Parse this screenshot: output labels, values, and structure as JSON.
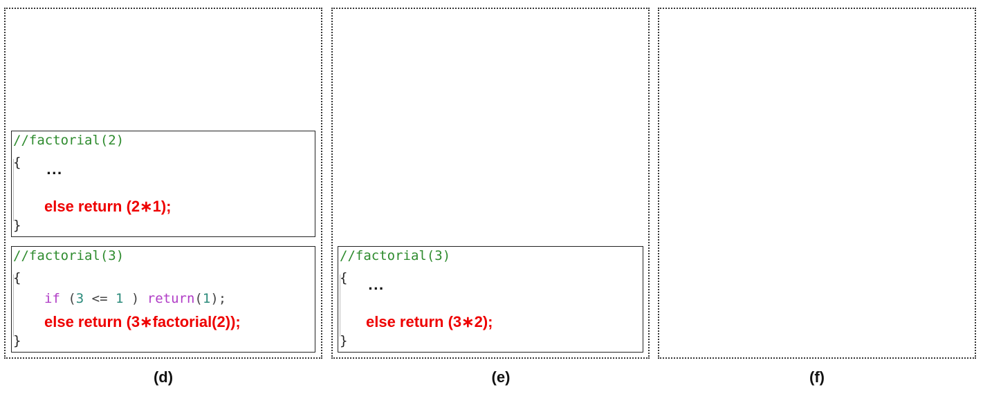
{
  "panels": {
    "d": {
      "caption": "(d)",
      "frames": {
        "top": {
          "comment": "//factorial(2)",
          "open": "{",
          "ellipsis": "...",
          "ret": "else return (2∗1);",
          "close": "}"
        },
        "bottom": {
          "comment": "//factorial(3)",
          "open": "{",
          "if_kw": "if",
          "if_open": " (",
          "if_n1": "3",
          "if_op": " <= ",
          "if_n2": "1",
          "if_close": " ) ",
          "if_ret_kw": "return",
          "if_ret_open": "(",
          "if_ret_n": "1",
          "if_ret_close": ");",
          "ret": "else return (3∗factorial(2));",
          "close": "}"
        }
      }
    },
    "e": {
      "caption": "(e)",
      "frame": {
        "comment": "//factorial(3)",
        "open": "{",
        "ellipsis": "...",
        "ret": "else return (3∗2);",
        "close": "}"
      }
    },
    "f": {
      "caption": "(f)"
    }
  }
}
